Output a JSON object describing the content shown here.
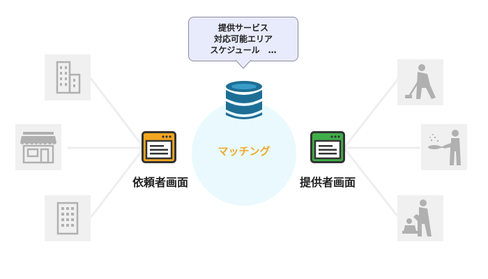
{
  "bubble": {
    "lines": [
      "提供サービス",
      "対応可能エリア",
      "スケジュール　…"
    ]
  },
  "center": {
    "label": "マッチング"
  },
  "left_screen": {
    "label": "依頼者画面",
    "color": "#f2a51f"
  },
  "right_screen": {
    "label": "提供者画面",
    "color": "#3fae49"
  },
  "database": {
    "color": "#1d6f96"
  },
  "left_icons": [
    "office-building-icon",
    "store-icon",
    "apartment-building-icon"
  ],
  "right_icons": [
    "cleaning-person-icon",
    "cooking-person-icon",
    "childcare-person-icon"
  ]
}
